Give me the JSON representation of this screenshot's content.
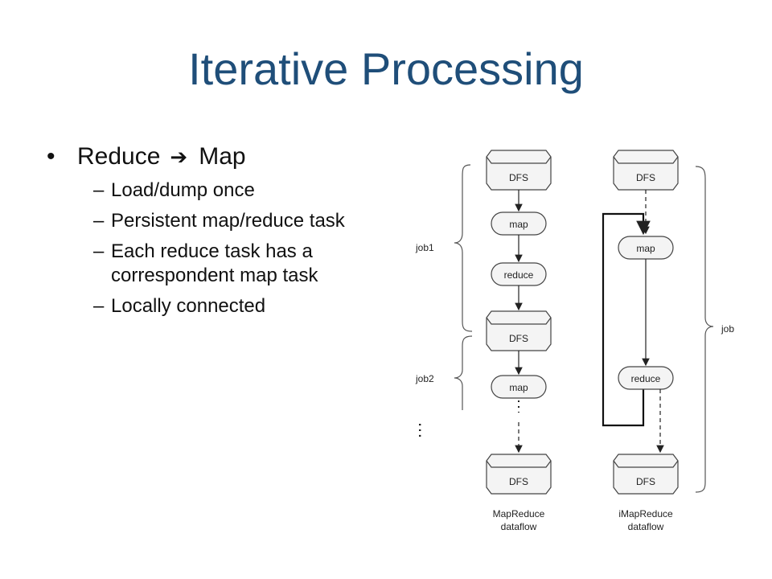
{
  "slide": {
    "title": "Iterative Processing",
    "bullet": {
      "before": "Reduce",
      "arrow": "➔",
      "after": "Map",
      "marker": "•"
    },
    "subbullets": [
      "Load/dump once",
      "Persistent map/reduce task",
      "Each reduce task has a correspondent map task",
      "Locally connected"
    ]
  },
  "diagram": {
    "left_labels": {
      "job1": "job1",
      "job2": "job2"
    },
    "right_label": "job",
    "mr": {
      "dfs_top": "DFS",
      "map1": "map",
      "reduce1": "reduce",
      "dfs_mid": "DFS",
      "map2": "map",
      "dfs_bottom": "DFS",
      "caption_line1": "MapReduce",
      "caption_line2": "dataflow"
    },
    "imr": {
      "dfs_top": "DFS",
      "map": "map",
      "reduce": "reduce",
      "dfs_bottom": "DFS",
      "caption_line1": "iMapReduce",
      "caption_line2": "dataflow"
    }
  }
}
